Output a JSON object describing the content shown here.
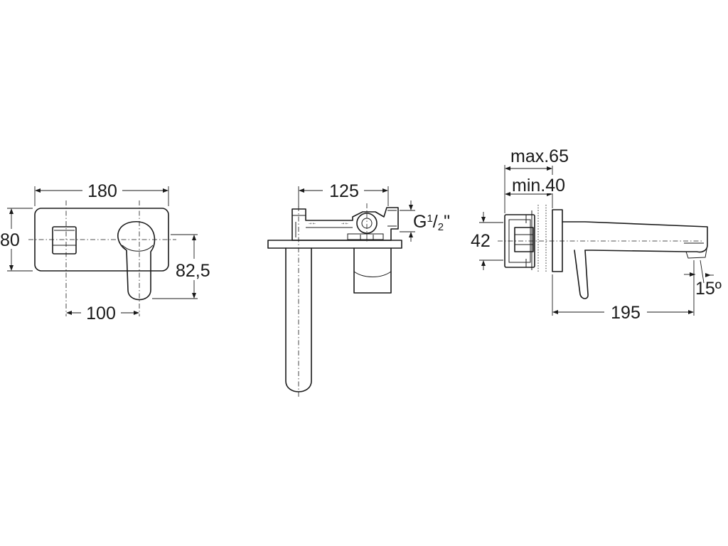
{
  "front_view": {
    "width_label": "180",
    "height_label": "80",
    "handle_height_label": "82,5",
    "spacing_label": "100"
  },
  "top_view": {
    "body_width_label": "125",
    "thread_label": "G",
    "thread_num": "1",
    "thread_den": "2",
    "thread_suffix": "\""
  },
  "side_view": {
    "max_label": "max.65",
    "min_label": "min.40",
    "height_label": "42",
    "length_label": "195",
    "angle_label": "15º"
  }
}
